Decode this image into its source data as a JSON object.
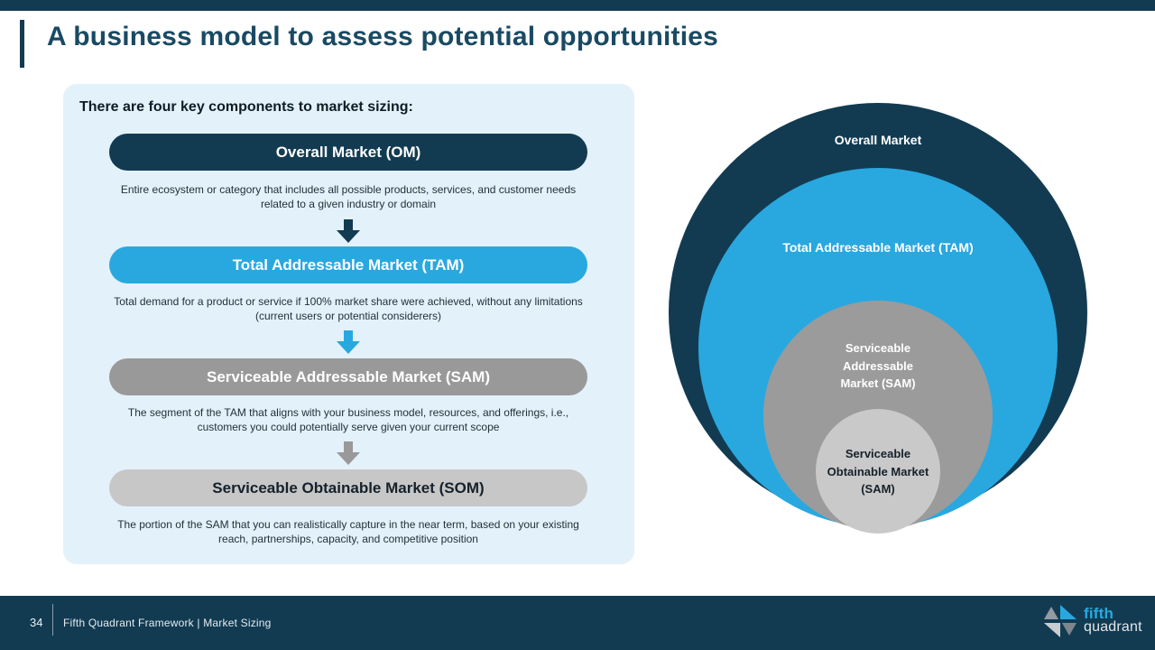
{
  "header": {
    "title": "A business model to assess potential opportunities"
  },
  "colors": {
    "navy": "#123B52",
    "blue": "#29A8E0",
    "gray": "#999999",
    "light_gray": "#C7C7C7",
    "panel_bg": "#E3F1FA"
  },
  "panel": {
    "heading": "There are four key components to market sizing:",
    "items": [
      {
        "label": "Overall Market (OM)",
        "description": "Entire ecosystem or category that includes all possible products, services, and customer needs related to a given industry or domain",
        "pill_color": "#123B52",
        "text_color": "#FFFFFF",
        "arrow_color": "#123B52",
        "arrow_icon": "down-arrow-icon"
      },
      {
        "label": "Total Addressable Market (TAM)",
        "description": "Total demand for a product or service if 100% market share were achieved, without any limitations (current users or potential considerers)",
        "pill_color": "#29A8E0",
        "text_color": "#FFFFFF",
        "arrow_color": "#29A8E0",
        "arrow_icon": "down-arrow-icon"
      },
      {
        "label": "Serviceable Addressable Market (SAM)",
        "description": "The segment of the TAM that aligns with your business model, resources, and offerings, i.e., customers you could potentially serve given your current scope",
        "pill_color": "#999999",
        "text_color": "#FFFFFF",
        "arrow_color": "#999999",
        "arrow_icon": "down-arrow-icon"
      },
      {
        "label": "Serviceable Obtainable Market (SOM)",
        "description": "The portion of the SAM that you can realistically capture in the near term, based on your existing reach, partnerships, capacity, and competitive position",
        "pill_color": "#C7C7C7",
        "text_color": "#15212B"
      }
    ]
  },
  "diagram": {
    "circles": [
      {
        "label": "Overall Market",
        "color": "#123B52",
        "text_color": "#FFFFFF"
      },
      {
        "label": "Total Addressable Market (TAM)",
        "color": "#29A8E0",
        "text_color": "#FFFFFF"
      },
      {
        "label": "Serviceable Addressable Market (SAM)",
        "color": "#9B9B9B",
        "text_color": "#FFFFFF"
      },
      {
        "label": "Serviceable Obtainable Market (SAM)",
        "color": "#C9C9C9",
        "text_color": "#15212B"
      }
    ]
  },
  "footer": {
    "page_number": "34",
    "text": "Fifth Quadrant Framework | Market Sizing",
    "logo": {
      "icon": "pinwheel-icon",
      "line1": "fifth",
      "line2": "quadrant",
      "accent": "#29A8E0"
    }
  }
}
